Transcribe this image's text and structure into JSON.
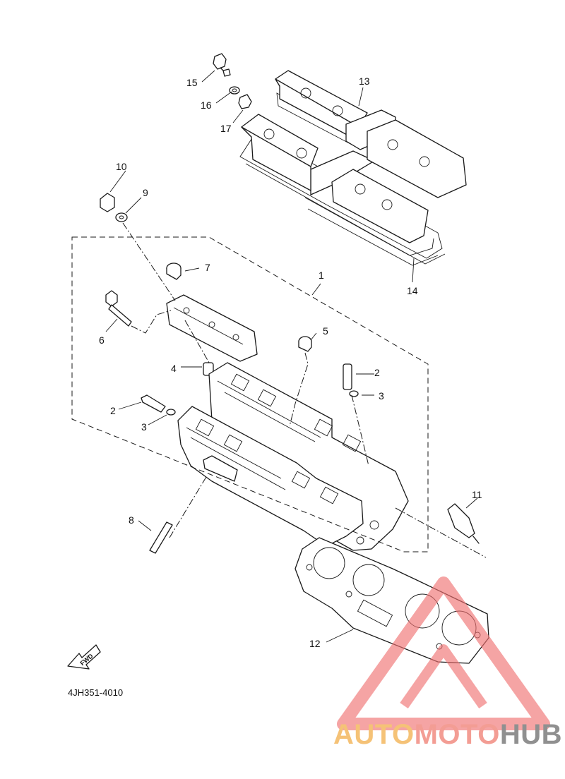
{
  "diagram": {
    "part_code": "4JH351-4010",
    "fwd_label": "FWD",
    "callouts": {
      "c1": "1",
      "c2a": "2",
      "c2b": "2",
      "c3a": "3",
      "c3b": "3",
      "c4": "4",
      "c5": "5",
      "c6": "6",
      "c7": "7",
      "c8": "8",
      "c9": "9",
      "c10": "10",
      "c11": "11",
      "c12": "12",
      "c13": "13",
      "c14": "14",
      "c15": "15",
      "c16": "16",
      "c17": "17"
    }
  },
  "watermark": {
    "part1": "AUTO",
    "part2": "MOTO",
    "part3": "HUB",
    "colors": {
      "part1": "#f4b860",
      "part2": "#f28c82",
      "part3": "#7d7d7d",
      "triangle": "#f07070"
    }
  }
}
